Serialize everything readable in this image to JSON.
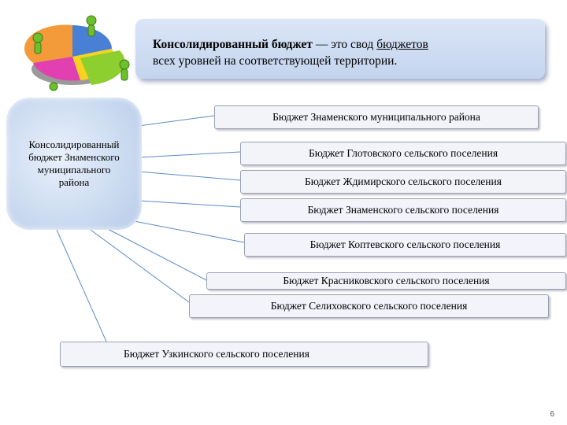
{
  "banner": {
    "bold": "Консолидированный бюджет",
    "mid": " — это свод ",
    "link": "бюджетов",
    "line2": "всех уровней на соответствующей территории."
  },
  "center": {
    "lines": [
      "Консолидированный",
      "бюджет Знаменского",
      "муниципального",
      "района"
    ]
  },
  "budgets": [
    "Бюджет Знаменского муниципального района",
    "Бюджет Глотовского сельского поселения",
    "Бюджет Ждимирского сельского поселения",
    "Бюджет Знаменского сельского поселения",
    "Бюджет Коптевского сельского поселения",
    "Бюджет Красниковского сельского поселения",
    "Бюджет Селиховского сельского поселения",
    "Бюджет Узкинского сельского поселения"
  ],
  "page_number": "6",
  "colors": {
    "banner": "#c8d7f0",
    "box_fill": "#f2f4fa",
    "connector": "#5b8cc8"
  }
}
